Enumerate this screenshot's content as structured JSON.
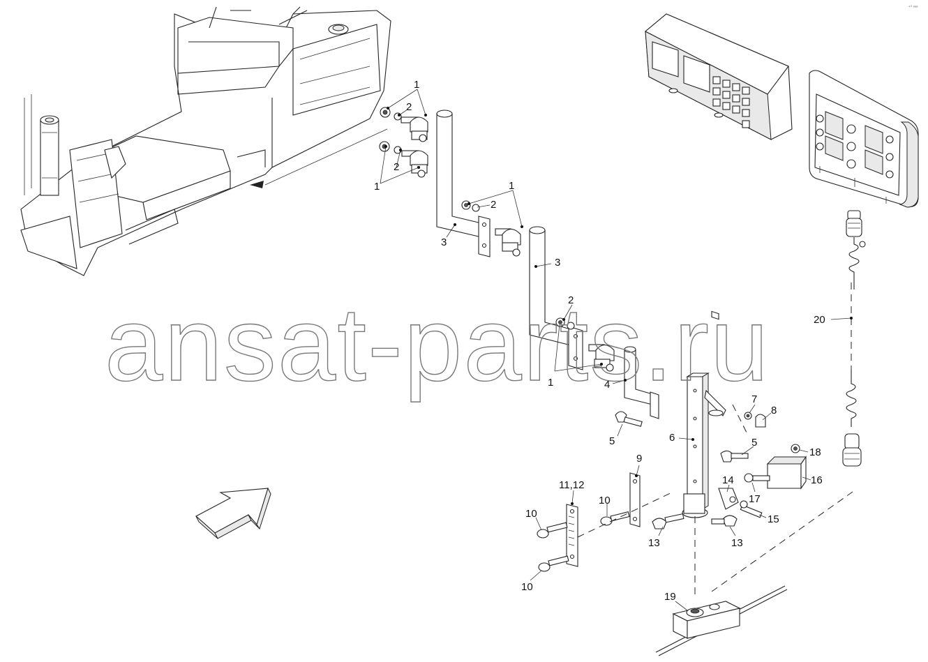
{
  "watermark": "ansat-parts.ru",
  "corner_code": "⁴⁰ ᵃᵃᵃ",
  "callouts": {
    "c1a": "1",
    "c2a": "2",
    "c2b": "2",
    "c1b": "1",
    "c1c": "1",
    "c2c": "2",
    "c3a": "3",
    "c3b": "3",
    "c2d": "2",
    "c1d": "1",
    "c4": "4",
    "c5a": "5",
    "c6": "6",
    "c7": "7",
    "c8": "8",
    "c5b": "5",
    "c9": "9",
    "c1112": "11,12",
    "c10a": "10",
    "c10b": "10",
    "c10c": "10",
    "c13a": "13",
    "c13b": "13",
    "c14": "14",
    "c15": "15",
    "c16": "16",
    "c17": "17",
    "c18": "18",
    "c19": "19",
    "c20": "20"
  }
}
